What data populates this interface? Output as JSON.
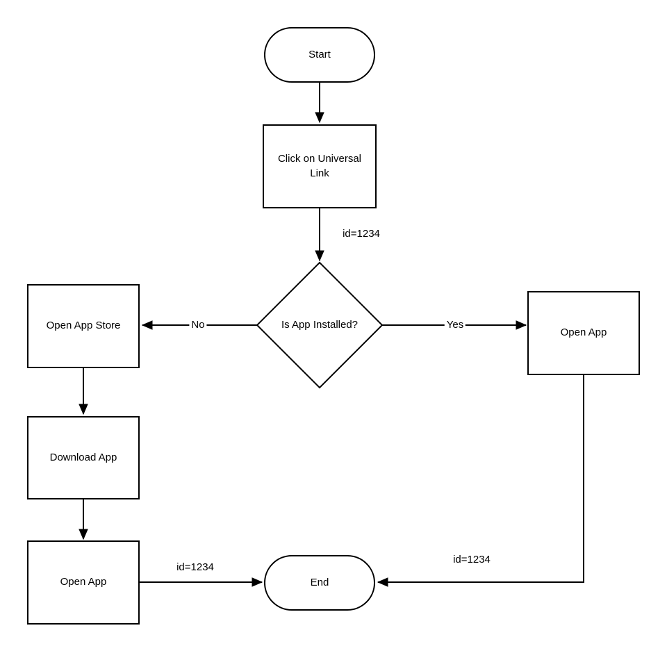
{
  "diagram": {
    "type": "flowchart",
    "background_color": "#ffffff",
    "stroke_color": "#000000",
    "text_color": "#000000",
    "nodes": {
      "start": {
        "label": "Start",
        "type": "terminator"
      },
      "click_universal_link": {
        "label": "Click on Universal Link",
        "type": "process"
      },
      "is_app_installed": {
        "label": "Is App Installed?",
        "type": "decision"
      },
      "open_app_store": {
        "label": "Open App Store",
        "type": "process"
      },
      "open_app_yes": {
        "label": "Open App",
        "type": "process"
      },
      "download_app": {
        "label": "Download App",
        "type": "process"
      },
      "open_app_no": {
        "label": "Open App",
        "type": "process"
      },
      "end": {
        "label": "End",
        "type": "terminator"
      }
    },
    "edge_labels": {
      "id_click_to_decision": "id=1234",
      "no": "No",
      "yes": "Yes",
      "id_left_open_app_to_end": "id=1234",
      "id_right_open_app_to_end": "id=1234"
    }
  }
}
